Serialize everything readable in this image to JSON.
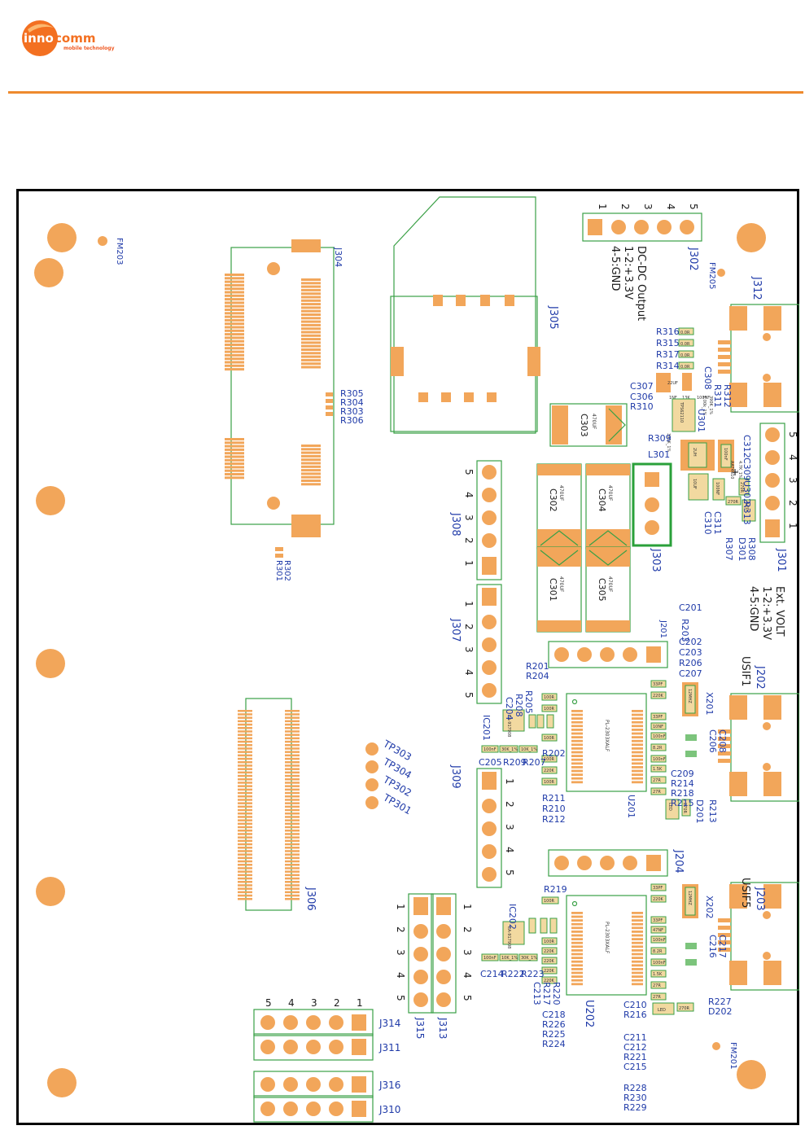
{
  "logo": {
    "brand_a": "inno",
    "brand_b": "comm",
    "tagline": "mobile technology",
    "orange": "#f37021",
    "white": "#ffffff"
  },
  "colors": {
    "rule": "#ee8a2e",
    "pad": "#f2a65a",
    "outline": "#3aa046",
    "silk": "#1f3aa8",
    "border": "#000000"
  },
  "labels": {
    "FM203": "FM203",
    "FM205": "FM205",
    "FM201": "FM201",
    "J304": "J304",
    "J305": "J305",
    "J306": "J306",
    "J302": "J302",
    "J312": "J312",
    "J301": "J301",
    "J303": "J303",
    "J308": "J308",
    "J307": "J307",
    "J309": "J309",
    "J201": "J201",
    "J202": "J202",
    "J203": "J203",
    "J204": "J204",
    "J314": "J314",
    "J311": "J311",
    "J316": "J316",
    "J310": "J310",
    "J315": "J315",
    "J313": "J313",
    "USIF1": "USIF1",
    "USIF5": "USIF5",
    "U301": "U301",
    "U302": "U302",
    "U201": "U201",
    "U202": "U202",
    "IC201": "IC201",
    "IC202": "IC202",
    "X201": "X201",
    "X202": "X202",
    "L301": "L301",
    "D301": "D301",
    "D201": "D201",
    "D202": "D202",
    "R301": "R301",
    "R302": "R302",
    "R305": "R305",
    "R304": "R304",
    "R303": "R303",
    "R306": "R306",
    "R316": "R316",
    "R315": "R315",
    "R317": "R317",
    "R314": "R314",
    "R310": "R310",
    "R309": "R309",
    "R311": "R311",
    "R312": "R312",
    "R313": "R313",
    "R307": "R307",
    "R308": "R308",
    "C307": "C307",
    "C306": "C306",
    "C308": "C308",
    "C312": "C312",
    "C309": "C309",
    "C310": "C310",
    "C311": "C311",
    "C301": "C301",
    "C302": "C302",
    "C303": "C303",
    "C304": "C304",
    "C305": "C305",
    "TP301": "TP301",
    "TP302": "TP302",
    "TP303": "TP303",
    "TP304": "TP304",
    "C201": "C201",
    "R203": "R203",
    "C202": "C202",
    "C203": "C203",
    "R206": "R206",
    "C207": "C207",
    "R201": "R201",
    "R204": "R204",
    "R208": "R208",
    "R205": "R205",
    "C204": "C204",
    "C205": "C205",
    "R209": "R209",
    "R207": "R207",
    "R202": "R202",
    "R211": "R211",
    "R210": "R210",
    "R212": "R212",
    "C206": "C206",
    "C208": "C208",
    "C209": "C209",
    "R214": "R214",
    "R218": "R218",
    "R215": "R215",
    "R213": "R213",
    "R219": "R219",
    "C214": "C214",
    "R222": "R222",
    "R223": "R223",
    "C213": "C213",
    "R217": "R217",
    "R220": "R220",
    "C218": "C218",
    "R226": "R226",
    "R225": "R225",
    "R224": "R224",
    "C216": "C216",
    "C217": "C217",
    "C210": "C210",
    "R216": "R216",
    "R227": "R227",
    "C211": "C211",
    "C212": "C212",
    "R221": "R221",
    "C215": "C215",
    "R228": "R228",
    "R230": "R230",
    "R229": "R229"
  },
  "notes": {
    "dcdc_title": "DC-DC Output",
    "dcdc_line1": "1-2:+3.3V",
    "dcdc_line2": "4-5:GND",
    "ext_title": "Ext. VOLT",
    "ext_line1": "1-2:+3.3V",
    "ext_line2": "4-5:GND"
  },
  "pins": [
    "1",
    "2",
    "3",
    "4",
    "5"
  ],
  "values": {
    "r316": "0.0R",
    "r315": "0.0R",
    "r317": "0.0R",
    "r314": "0.0R",
    "c307": "22UF",
    "c306": "1NF",
    "r310": "13K",
    "c308": "100NF",
    "u301": "TPS62110",
    "r311": "1.00k_1%",
    "r312": "390K_1%",
    "r309": "390K_1%",
    "l301": "2UH",
    "c309": "100nF",
    "u302": "AAT4610",
    "r313": "4.7K_1%",
    "c310": "10UF",
    "c311": "100NF",
    "r307": "270R",
    "r308": "270R",
    "d301": "LED",
    "cap_big": "470UF",
    "u201": "PL-2303XALF",
    "u202": "PL-2303XALF",
    "ic201": "EA-917908",
    "ic202": "EA-917908",
    "x201": "12MHZ",
    "x202": "12MHZ",
    "v100nf": "100nF",
    "v10k": "10K_1%",
    "v30k": "30K_1%",
    "v100r": "100R",
    "v220k": "220K",
    "v22k": "22K",
    "v33pf": "33PF",
    "v82r": "8.2R",
    "v27r": "27R",
    "v15k": "1.5K",
    "d201": "LED",
    "d202": "LED",
    "r213": "270R",
    "r227": "270R",
    "v10nf": "10NF",
    "v1uf": "1UF",
    "v47nf": "47NF"
  }
}
